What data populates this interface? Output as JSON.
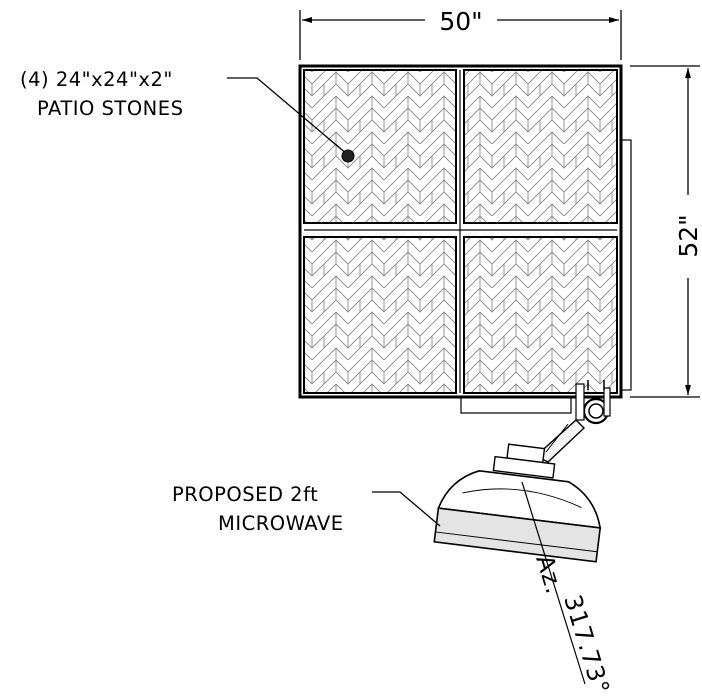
{
  "dimensions": {
    "width_label": "50\"",
    "height_label": "52\""
  },
  "callouts": {
    "stones_line1": "(4) 24\"x24\"x2\"",
    "stones_line2": "PATIO STONES",
    "microwave_line1": "PROPOSED 2ft",
    "microwave_line2": "MICROWAVE"
  },
  "azimuth": {
    "prefix": "Az.",
    "value": "317.73°"
  },
  "colors": {
    "ink": "#000000",
    "hatch": "#8a8a8a",
    "dish_fill": "#e4e4e4",
    "background": "#ffffff"
  }
}
